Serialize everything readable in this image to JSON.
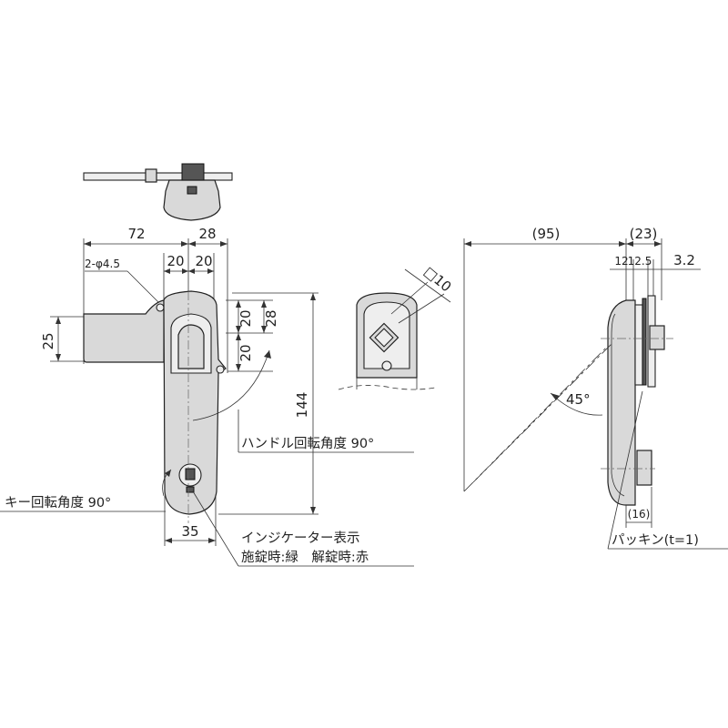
{
  "dimensions": {
    "d72": "72",
    "d28_top": "28",
    "d20_a": "20",
    "d20_b": "20",
    "hole_spec": "2-φ4.5",
    "d25": "25",
    "d20_v1": "20",
    "d28_v": "28",
    "d20_v2": "20",
    "d144": "144",
    "d35": "35",
    "sq10": "□10",
    "d95": "(95)",
    "d23": "(23)",
    "d12": "12",
    "d125": "12.5",
    "d32": "3.2",
    "d16": "(16)",
    "angle45": "45°"
  },
  "notes": {
    "handle_rotation": "ハンドル回転角度 90°",
    "key_rotation": "キー回転角度 90°",
    "indicator_title": "インジケーター表示",
    "indicator_detail": "施錠時:緑　解錠時:赤",
    "packing": "パッキン(t=1)"
  }
}
